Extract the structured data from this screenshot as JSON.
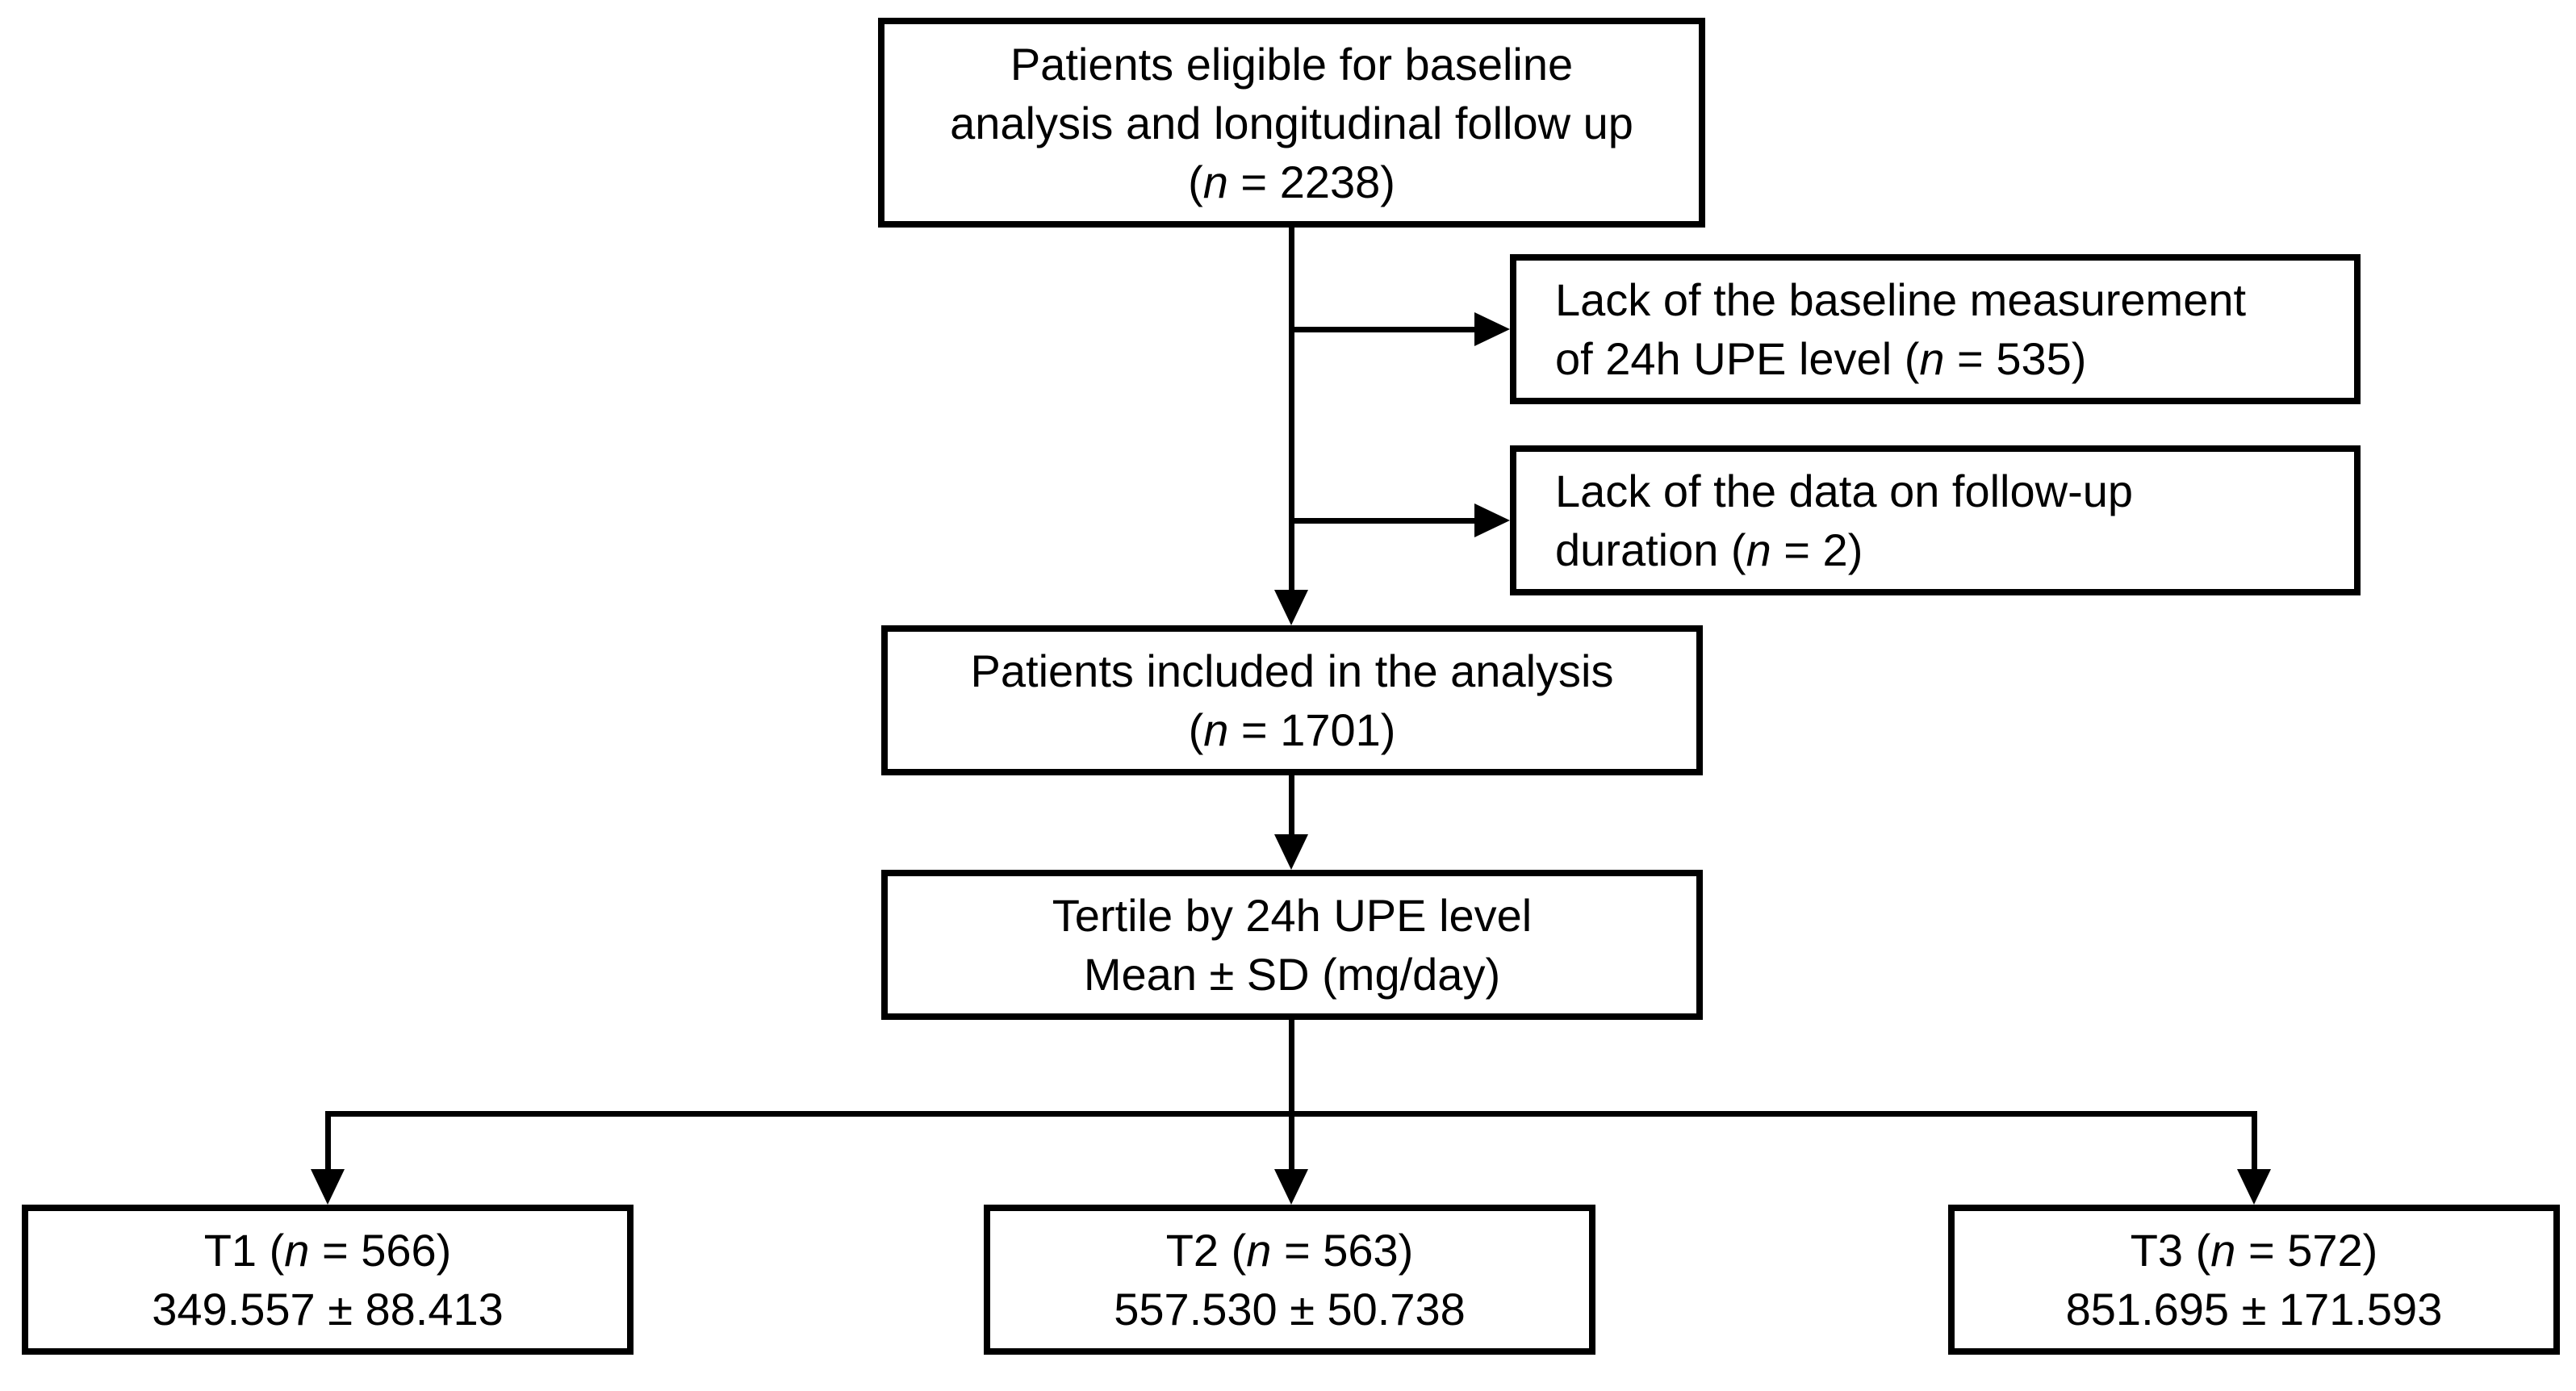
{
  "figure": {
    "type": "flowchart",
    "background_color": "#ffffff",
    "line_color": "#000000",
    "text_color": "#000000",
    "boxes": {
      "eligible": {
        "line1": "Patients eligible for baseline",
        "line2": "analysis and longitudinal follow up",
        "n_pre": "(",
        "n": "n",
        "n_post": " = 2238)"
      },
      "exclusion1": {
        "line1": "Lack of the baseline measurement",
        "line2_pre": "of 24h UPE level (",
        "n": "n",
        "n_post": " = 535)"
      },
      "exclusion2": {
        "line1": "Lack of the data on follow-up",
        "line2_pre": "duration (",
        "n": "n",
        "n_post": " = 2)"
      },
      "included": {
        "line1": "Patients included in the analysis",
        "n_pre": "(",
        "n": "n",
        "n_post": " = 1701)"
      },
      "tertile_header": {
        "line1": "Tertile by 24h UPE level",
        "line2": "Mean ± SD (mg/day)"
      },
      "tertiles": [
        {
          "label_pre": "T1 (",
          "n": "n",
          "label_post": " = 566)",
          "mean_sd": "349.557 ± 88.413"
        },
        {
          "label_pre": "T2 (",
          "n": "n",
          "label_post": " = 563)",
          "mean_sd": "557.530 ± 50.738"
        },
        {
          "label_pre": "T3 (",
          "n": "n",
          "label_post": " = 572)",
          "mean_sd": "851.695 ± 171.593"
        }
      ]
    }
  }
}
